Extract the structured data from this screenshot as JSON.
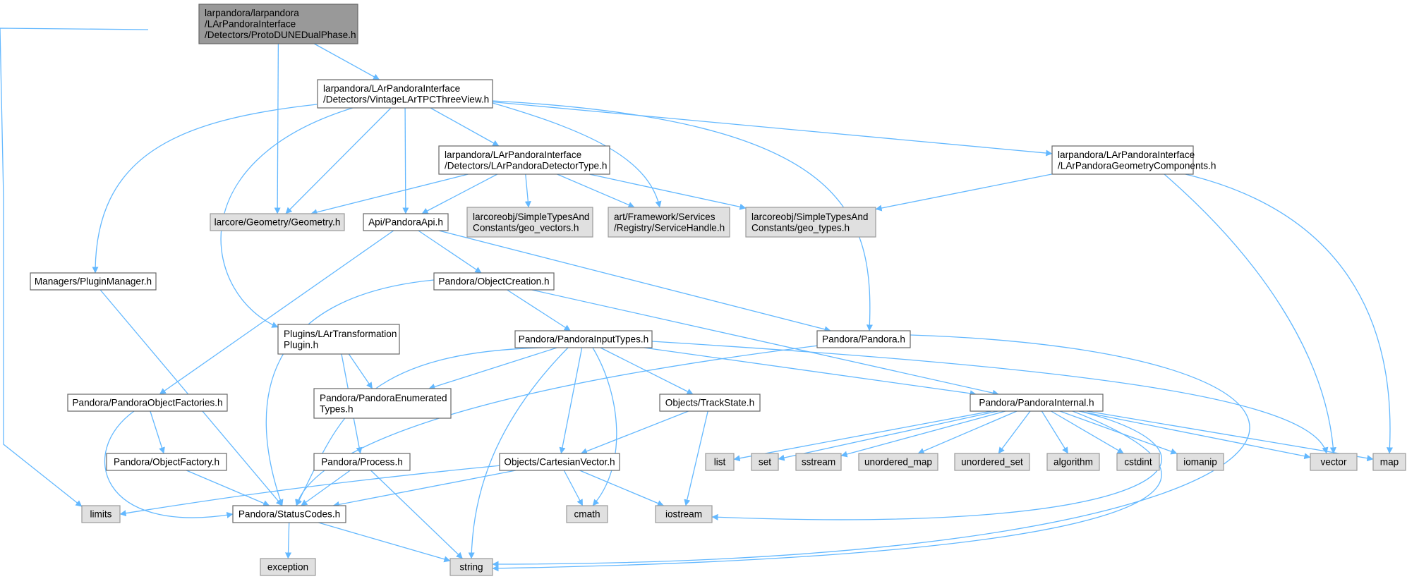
{
  "colors": {
    "edge": "#63b8ff",
    "root_fill": "#999999",
    "root_stroke": "#666666",
    "node_fill": "#ffffff",
    "node_stroke": "#666666",
    "system_fill": "#e0e0e0",
    "system_stroke": "#999999"
  },
  "nodes": [
    {
      "id": "root",
      "kind": "root",
      "lines": [
        "larpandora/larpandora",
        "/LArPandoraInterface",
        "/Detectors/ProtoDUNEDualPhase.h"
      ]
    },
    {
      "id": "vintage",
      "kind": "node",
      "lines": [
        "larpandora/LArPandoraInterface",
        "/Detectors/VintageLArTPCThreeView.h"
      ]
    },
    {
      "id": "dettype",
      "kind": "node",
      "lines": [
        "larpandora/LArPandoraInterface",
        "/Detectors/LArPandoraDetectorType.h"
      ]
    },
    {
      "id": "geomcomp",
      "kind": "node",
      "lines": [
        "larpandora/LArPandoraInterface",
        "/LArPandoraGeometryComponents.h"
      ]
    },
    {
      "id": "geometry",
      "kind": "system",
      "lines": [
        "larcore/Geometry/Geometry.h"
      ]
    },
    {
      "id": "pandoraapi",
      "kind": "node",
      "lines": [
        "Api/PandoraApi.h"
      ]
    },
    {
      "id": "geovectors",
      "kind": "system",
      "lines": [
        "larcoreobj/SimpleTypesAnd",
        "Constants/geo_vectors.h"
      ]
    },
    {
      "id": "servicehandle",
      "kind": "system",
      "lines": [
        "art/Framework/Services",
        "/Registry/ServiceHandle.h"
      ]
    },
    {
      "id": "geotypes",
      "kind": "system",
      "lines": [
        "larcoreobj/SimpleTypesAnd",
        "Constants/geo_types.h"
      ]
    },
    {
      "id": "pluginmanager",
      "kind": "node",
      "lines": [
        "Managers/PluginManager.h"
      ]
    },
    {
      "id": "objectcreation",
      "kind": "node",
      "lines": [
        "Pandora/ObjectCreation.h"
      ]
    },
    {
      "id": "lartransform",
      "kind": "node",
      "lines": [
        "Plugins/LArTransformation",
        "Plugin.h"
      ]
    },
    {
      "id": "inputtypes",
      "kind": "node",
      "lines": [
        "Pandora/PandoraInputTypes.h"
      ]
    },
    {
      "id": "pandora",
      "kind": "node",
      "lines": [
        "Pandora/Pandora.h"
      ]
    },
    {
      "id": "objectfactories",
      "kind": "node",
      "lines": [
        "Pandora/PandoraObjectFactories.h"
      ]
    },
    {
      "id": "enumerated",
      "kind": "node",
      "lines": [
        "Pandora/PandoraEnumerated",
        "Types.h"
      ]
    },
    {
      "id": "trackstate",
      "kind": "node",
      "lines": [
        "Objects/TrackState.h"
      ]
    },
    {
      "id": "internal",
      "kind": "node",
      "lines": [
        "Pandora/PandoraInternal.h"
      ]
    },
    {
      "id": "objectfactory",
      "kind": "node",
      "lines": [
        "Pandora/ObjectFactory.h"
      ]
    },
    {
      "id": "process",
      "kind": "node",
      "lines": [
        "Pandora/Process.h"
      ]
    },
    {
      "id": "cartesian",
      "kind": "node",
      "lines": [
        "Objects/CartesianVector.h"
      ]
    },
    {
      "id": "list",
      "kind": "system",
      "lines": [
        "list"
      ]
    },
    {
      "id": "set",
      "kind": "system",
      "lines": [
        "set"
      ]
    },
    {
      "id": "sstream",
      "kind": "system",
      "lines": [
        "sstream"
      ]
    },
    {
      "id": "unordered_map",
      "kind": "system",
      "lines": [
        "unordered_map"
      ]
    },
    {
      "id": "unordered_set",
      "kind": "system",
      "lines": [
        "unordered_set"
      ]
    },
    {
      "id": "algorithm",
      "kind": "system",
      "lines": [
        "algorithm"
      ]
    },
    {
      "id": "cstdint",
      "kind": "system",
      "lines": [
        "cstdint"
      ]
    },
    {
      "id": "iomanip",
      "kind": "system",
      "lines": [
        "iomanip"
      ]
    },
    {
      "id": "vector",
      "kind": "system",
      "lines": [
        "vector"
      ]
    },
    {
      "id": "map",
      "kind": "system",
      "lines": [
        "map"
      ]
    },
    {
      "id": "limits",
      "kind": "system",
      "lines": [
        "limits"
      ]
    },
    {
      "id": "statuscodes",
      "kind": "node",
      "lines": [
        "Pandora/StatusCodes.h"
      ]
    },
    {
      "id": "cmath",
      "kind": "system",
      "lines": [
        "cmath"
      ]
    },
    {
      "id": "iostream",
      "kind": "system",
      "lines": [
        "iostream"
      ]
    },
    {
      "id": "exception",
      "kind": "system",
      "lines": [
        "exception"
      ]
    },
    {
      "id": "string",
      "kind": "system",
      "lines": [
        "string"
      ]
    }
  ],
  "edges": [
    {
      "from": "root",
      "to": "vintage"
    },
    {
      "from": "root",
      "to": "geometry"
    },
    {
      "from": "root",
      "to": "limits"
    },
    {
      "from": "vintage",
      "to": "dettype"
    },
    {
      "from": "vintage",
      "to": "geomcomp"
    },
    {
      "from": "vintage",
      "to": "geometry"
    },
    {
      "from": "vintage",
      "to": "pandoraapi"
    },
    {
      "from": "vintage",
      "to": "servicehandle"
    },
    {
      "from": "vintage",
      "to": "pluginmanager"
    },
    {
      "from": "vintage",
      "to": "lartransform"
    },
    {
      "from": "vintage",
      "to": "pandora"
    },
    {
      "from": "dettype",
      "to": "geometry"
    },
    {
      "from": "dettype",
      "to": "pandoraapi"
    },
    {
      "from": "dettype",
      "to": "geovectors"
    },
    {
      "from": "dettype",
      "to": "servicehandle"
    },
    {
      "from": "dettype",
      "to": "geotypes"
    },
    {
      "from": "geomcomp",
      "to": "geotypes"
    },
    {
      "from": "geomcomp",
      "to": "vector"
    },
    {
      "from": "geomcomp",
      "to": "map"
    },
    {
      "from": "pandoraapi",
      "to": "objectcreation"
    },
    {
      "from": "pandoraapi",
      "to": "pandora"
    },
    {
      "from": "pandoraapi",
      "to": "objectfactories"
    },
    {
      "from": "pluginmanager",
      "to": "statuscodes"
    },
    {
      "from": "objectcreation",
      "to": "inputtypes"
    },
    {
      "from": "objectcreation",
      "to": "internal"
    },
    {
      "from": "objectcreation",
      "to": "statuscodes"
    },
    {
      "from": "lartransform",
      "to": "enumerated"
    },
    {
      "from": "lartransform",
      "to": "process"
    },
    {
      "from": "inputtypes",
      "to": "enumerated"
    },
    {
      "from": "inputtypes",
      "to": "trackstate"
    },
    {
      "from": "inputtypes",
      "to": "internal"
    },
    {
      "from": "inputtypes",
      "to": "cartesian"
    },
    {
      "from": "inputtypes",
      "to": "statuscodes"
    },
    {
      "from": "inputtypes",
      "to": "cmath"
    },
    {
      "from": "inputtypes",
      "to": "string"
    },
    {
      "from": "inputtypes",
      "to": "vector"
    },
    {
      "from": "pandora",
      "to": "statuscodes"
    },
    {
      "from": "pandora",
      "to": "string"
    },
    {
      "from": "objectfactories",
      "to": "objectfactory"
    },
    {
      "from": "objectfactories",
      "to": "statuscodes"
    },
    {
      "from": "trackstate",
      "to": "cartesian"
    },
    {
      "from": "trackstate",
      "to": "iostream"
    },
    {
      "from": "internal",
      "to": "list"
    },
    {
      "from": "internal",
      "to": "set"
    },
    {
      "from": "internal",
      "to": "sstream"
    },
    {
      "from": "internal",
      "to": "unordered_map"
    },
    {
      "from": "internal",
      "to": "unordered_set"
    },
    {
      "from": "internal",
      "to": "algorithm"
    },
    {
      "from": "internal",
      "to": "cstdint"
    },
    {
      "from": "internal",
      "to": "iomanip"
    },
    {
      "from": "internal",
      "to": "vector"
    },
    {
      "from": "internal",
      "to": "map"
    },
    {
      "from": "internal",
      "to": "iostream"
    },
    {
      "from": "internal",
      "to": "string"
    },
    {
      "from": "objectfactory",
      "to": "statuscodes"
    },
    {
      "from": "process",
      "to": "statuscodes"
    },
    {
      "from": "process",
      "to": "string"
    },
    {
      "from": "cartesian",
      "to": "statuscodes"
    },
    {
      "from": "cartesian",
      "to": "limits"
    },
    {
      "from": "cartesian",
      "to": "cmath"
    },
    {
      "from": "cartesian",
      "to": "iostream"
    },
    {
      "from": "statuscodes",
      "to": "exception"
    },
    {
      "from": "statuscodes",
      "to": "string"
    }
  ]
}
